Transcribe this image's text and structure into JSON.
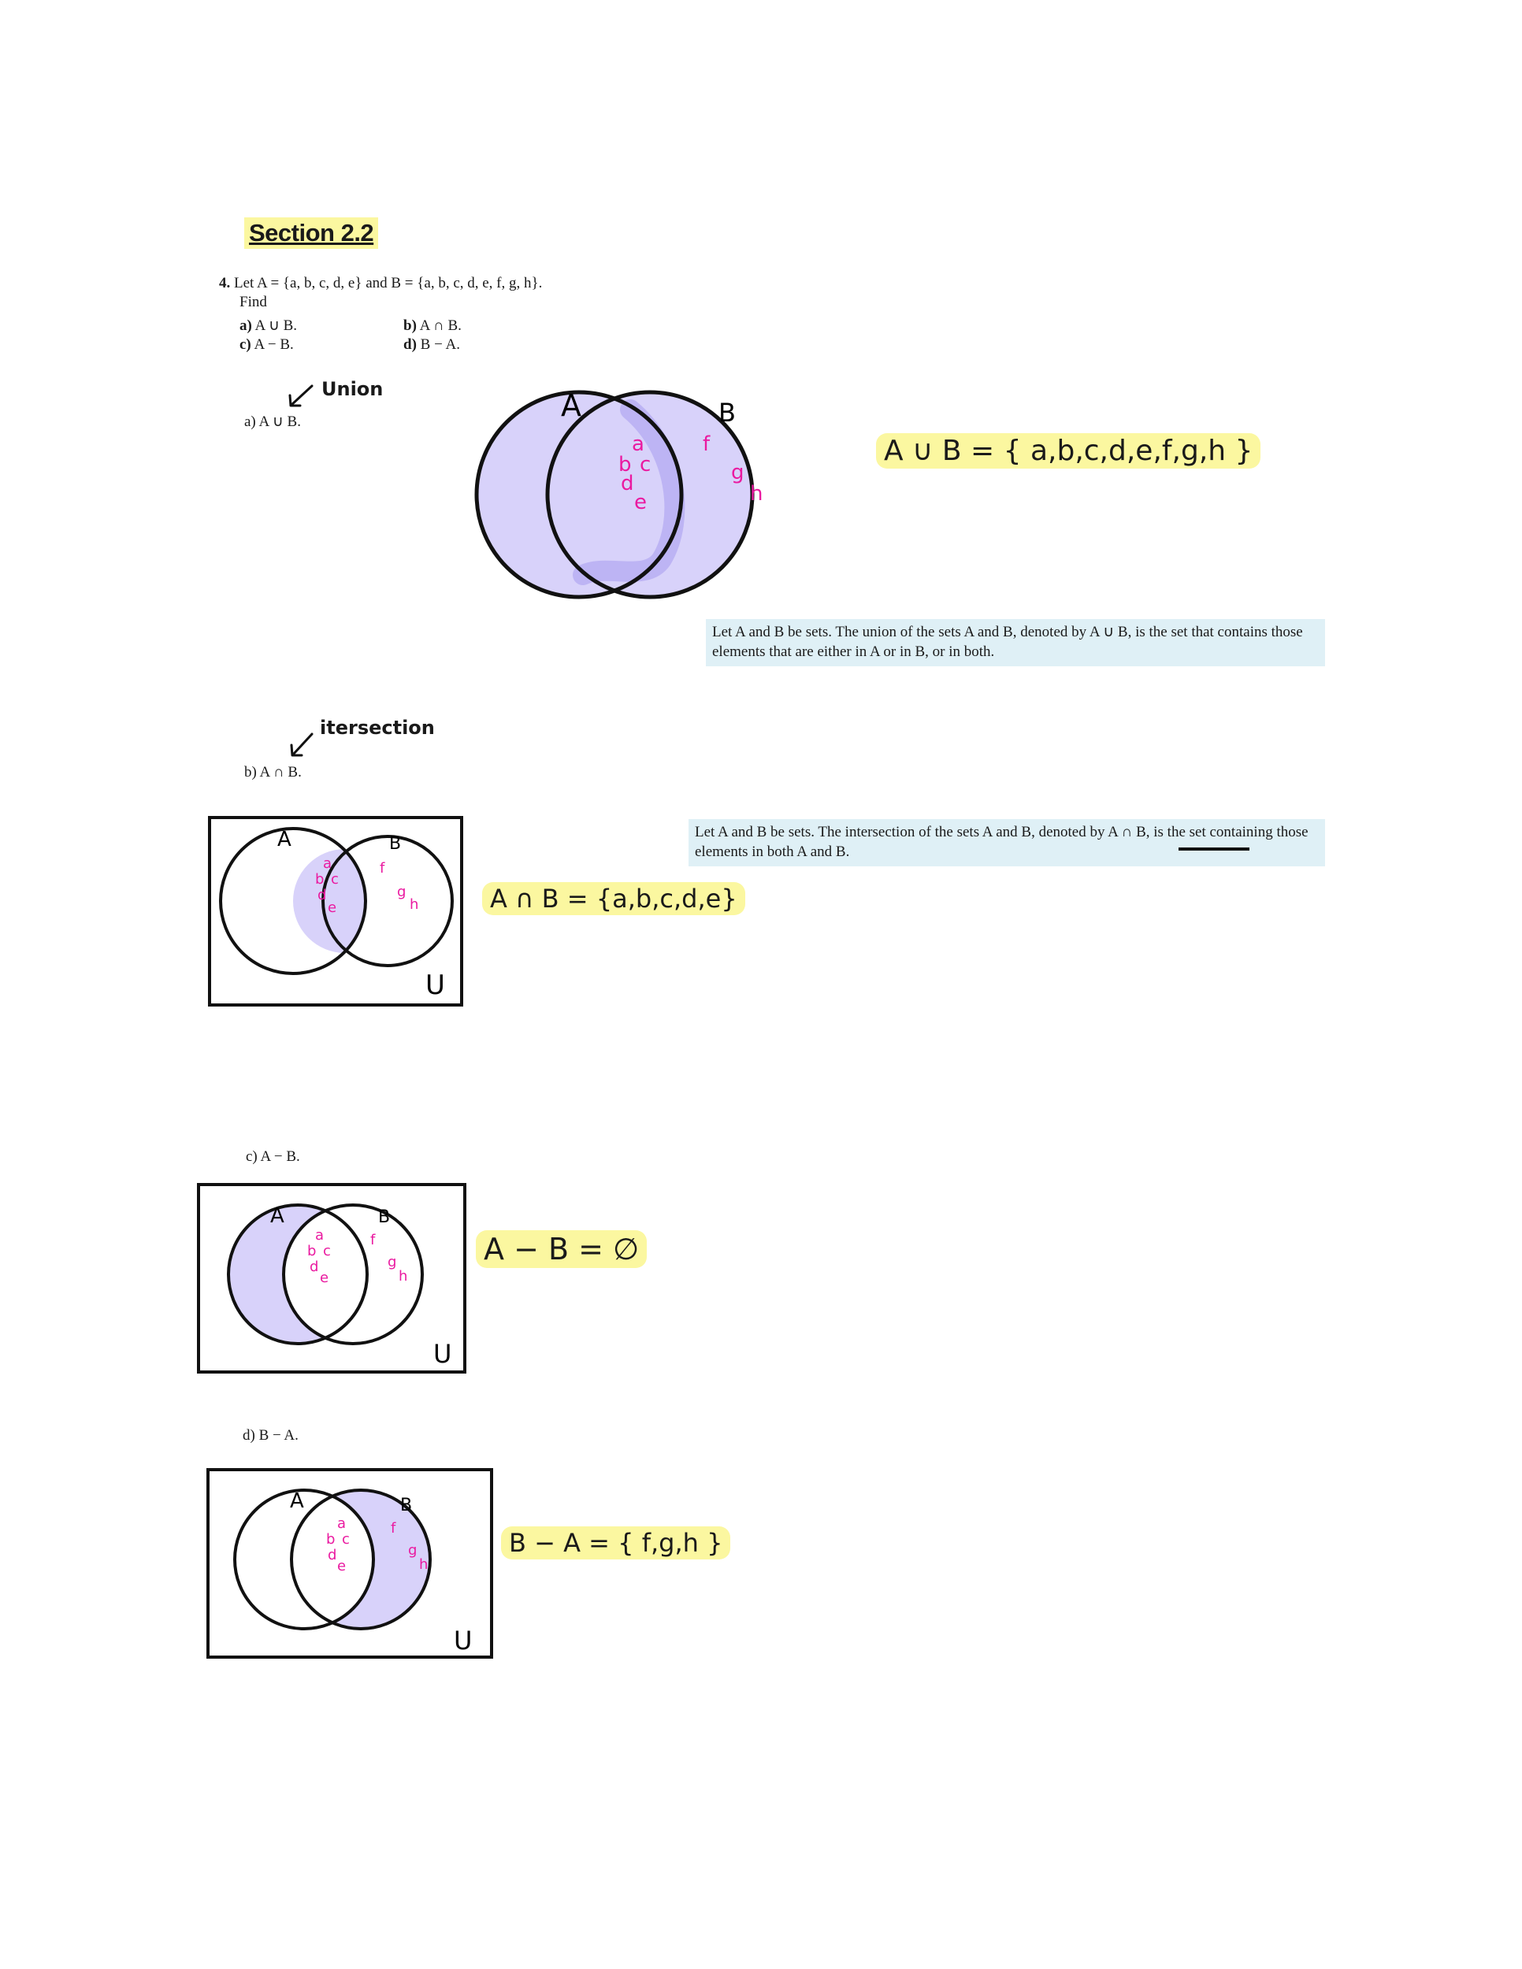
{
  "section": {
    "title": "Section 2.2"
  },
  "problem": {
    "number": "4.",
    "statement": "Let A = {a, b, c, d, e} and B = {a, b, c, d, e, f, g, h}.",
    "find": "Find",
    "parts": [
      {
        "label": "a)",
        "expr": "A ∪ B."
      },
      {
        "label": "b)",
        "expr": "A ∩ B."
      },
      {
        "label": "c)",
        "expr": "A − B."
      },
      {
        "label": "d)",
        "expr": "B − A."
      }
    ]
  },
  "part_a": {
    "heading": "a) A ∪ B.",
    "note": "Union",
    "answer": "A ∪ B = { a,b,c,d,e,f,g,h }",
    "definition": "Let A and B be sets. The union of the sets A and B, denoted by A ∪ B, is the set that contains those elements that are either in A or in B, or in both."
  },
  "part_b": {
    "heading": "b) A ∩ B.",
    "note": "itersection",
    "answer": "A ∩ B = {a,b,c,d,e}",
    "definition": "Let A and B be sets. The intersection of the sets A and B, denoted by A ∩ B, is the set containing those elements in both A and B."
  },
  "part_c": {
    "heading": "c) A − B.",
    "answer": "A − B = ∅"
  },
  "part_d": {
    "heading": "d) B − A.",
    "answer": "B − A = { f,g,h }"
  },
  "venn": {
    "set_a": "A",
    "set_b": "B",
    "universe": "U",
    "shared": [
      "a",
      "b",
      "c",
      "d",
      "e"
    ],
    "b_only": [
      "f",
      "g",
      "h"
    ]
  },
  "colors": {
    "highlight": "#fbf7a0",
    "fill": "#d8d2fa",
    "element_ink": "#ea1aa0",
    "def_box": "#dff0f6"
  }
}
